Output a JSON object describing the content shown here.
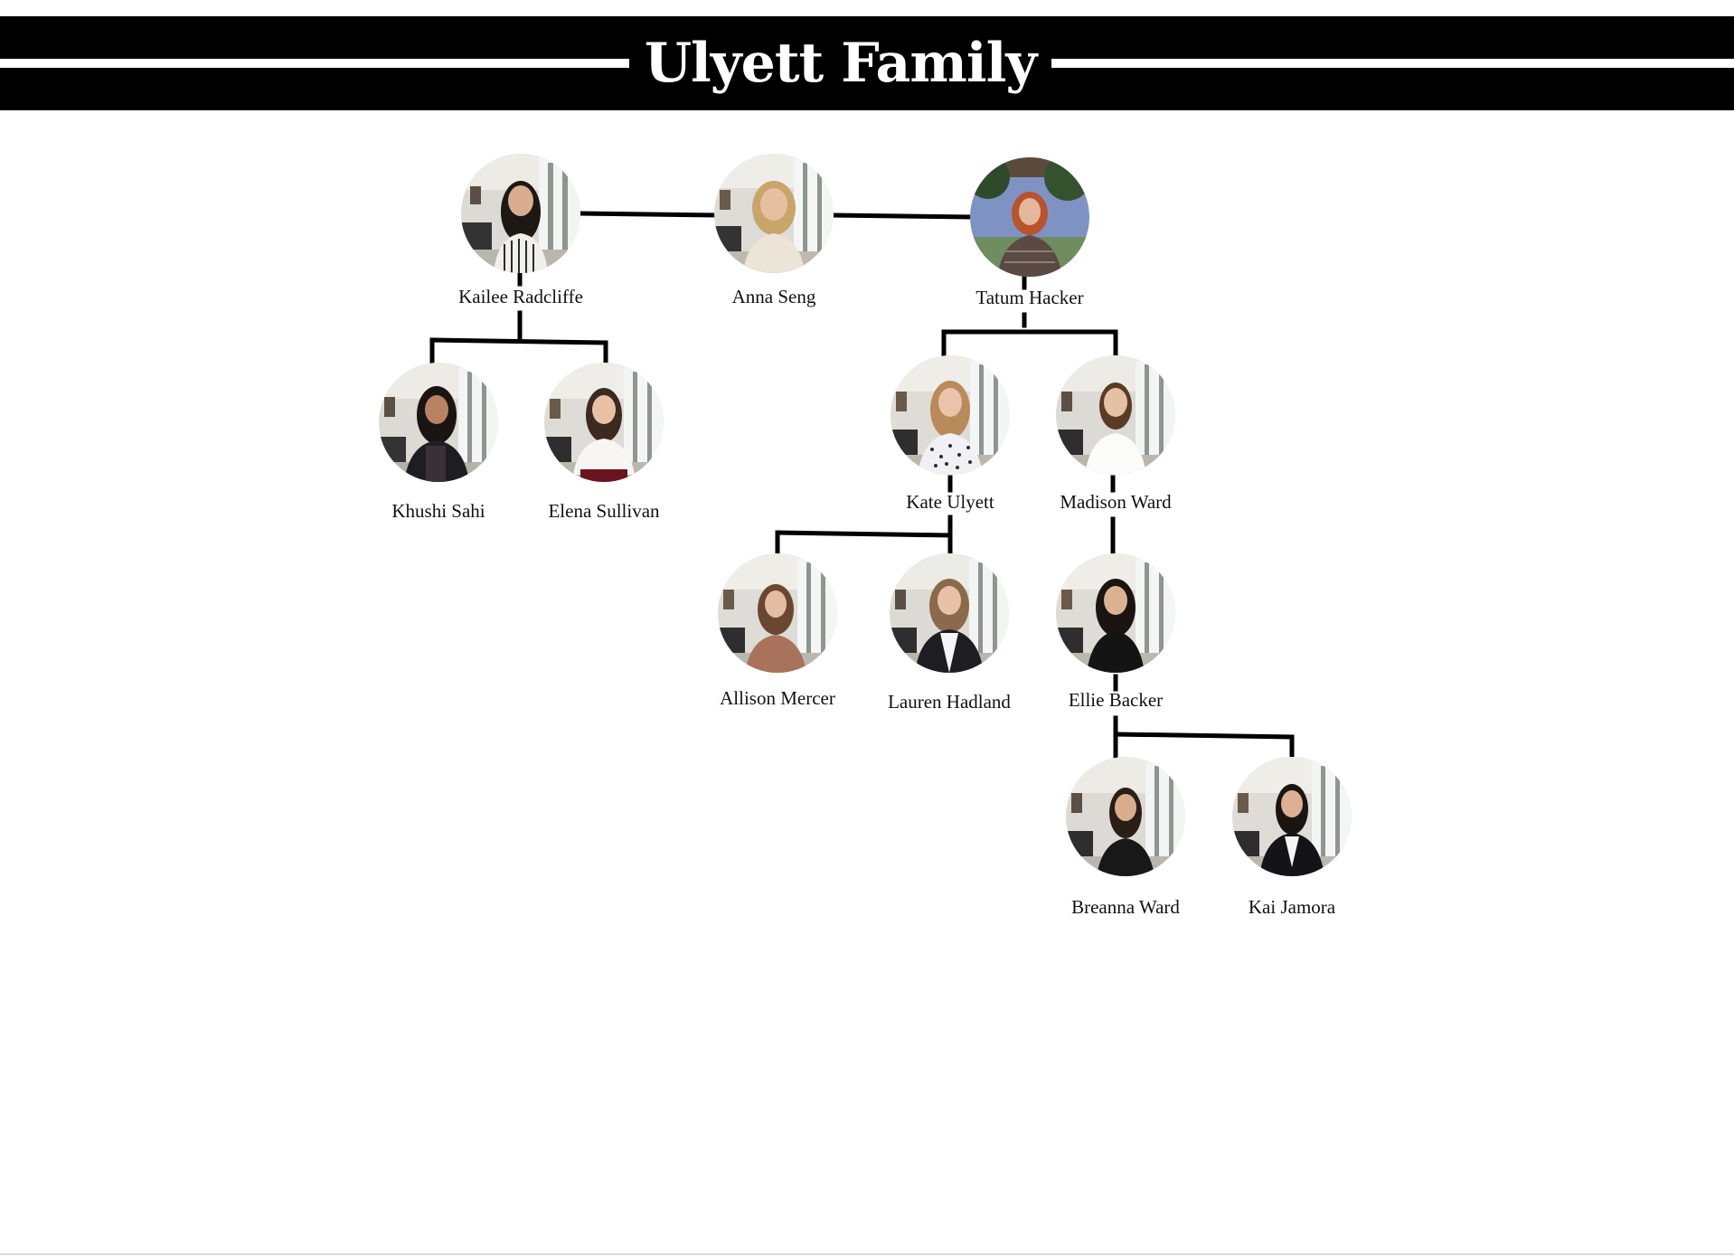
{
  "header": {
    "title": "Ulyett Family"
  },
  "colors": {
    "banner": "#000000",
    "title_text": "#ffffff",
    "connector": "#000000",
    "name_text": "#111111"
  },
  "members": {
    "kailee_radcliffe": {
      "name": "Kailee Radcliffe",
      "photo_icon": "portrait-hallway-icon"
    },
    "anna_seng": {
      "name": "Anna Seng",
      "photo_icon": "portrait-hallway-icon"
    },
    "tatum_hacker": {
      "name": "Tatum Hacker",
      "photo_icon": "portrait-outdoor-icon"
    },
    "khushi_sahi": {
      "name": "Khushi Sahi",
      "photo_icon": "portrait-hallway-icon"
    },
    "elena_sullivan": {
      "name": "Elena Sullivan",
      "photo_icon": "portrait-hallway-icon"
    },
    "kate_ulyett": {
      "name": "Kate Ulyett",
      "photo_icon": "portrait-hallway-icon"
    },
    "madison_ward": {
      "name": "Madison Ward",
      "photo_icon": "portrait-hallway-icon"
    },
    "allison_mercer": {
      "name": "Allison Mercer",
      "photo_icon": "portrait-hallway-icon"
    },
    "lauren_hadland": {
      "name": "Lauren Hadland",
      "photo_icon": "portrait-hallway-icon"
    },
    "ellie_backer": {
      "name": "Ellie Backer",
      "photo_icon": "portrait-hallway-icon"
    },
    "breanna_ward": {
      "name": "Breanna Ward",
      "photo_icon": "portrait-hallway-icon"
    },
    "kai_jamora": {
      "name": "Kai Jamora",
      "photo_icon": "portrait-hallway-icon"
    }
  }
}
